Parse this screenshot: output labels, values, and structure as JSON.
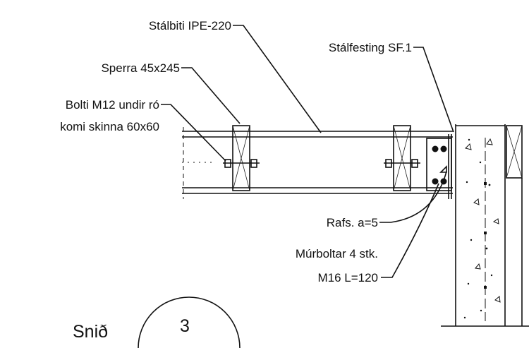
{
  "labels": {
    "beam": "Stálbiti IPE-220",
    "bracket": "Stálfesting SF.1",
    "rafter": "Sperra 45x245",
    "bolt_line1": "Bolti M12 undir ró",
    "bolt_line2": "komi skinna 60x60",
    "weld": "Rafs. a=5",
    "anchor_line1": "Múrboltar 4 stk.",
    "anchor_line2": "M16 L=120"
  },
  "section": {
    "word": "Snið",
    "number": "3"
  }
}
